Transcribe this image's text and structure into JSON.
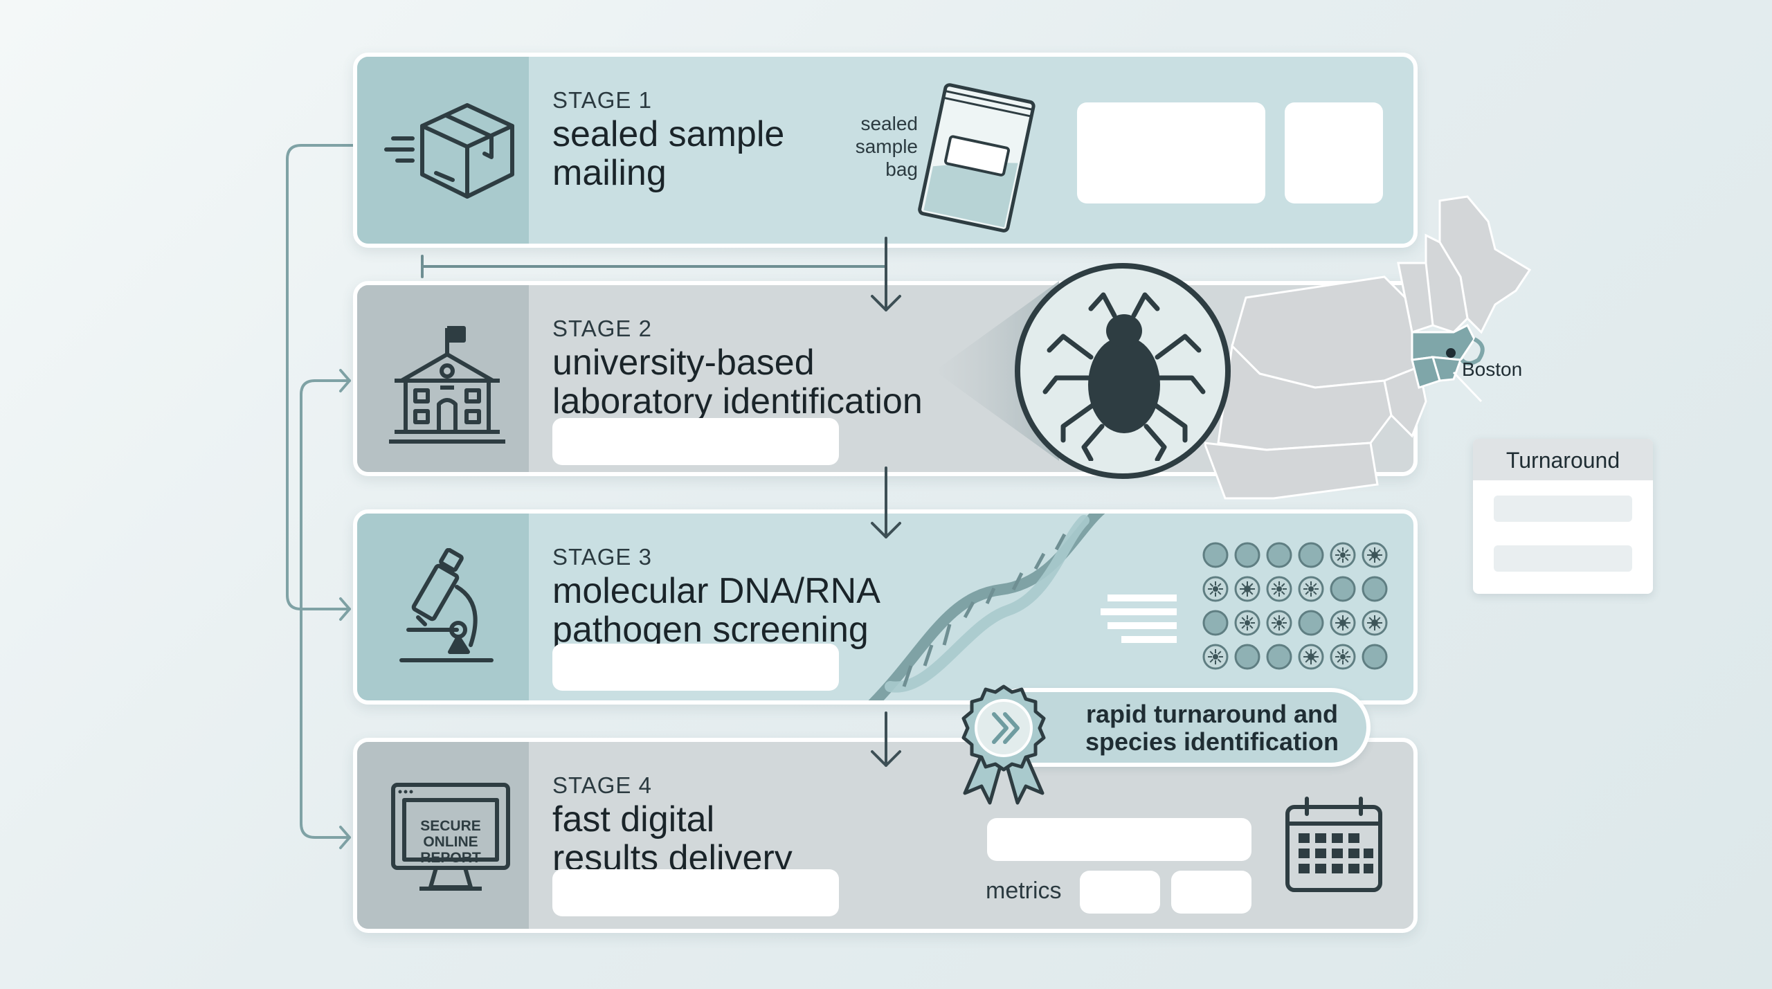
{
  "stages": [
    {
      "label": "STAGE 1",
      "title_line1": "sealed sample",
      "title_line2": "mailing"
    },
    {
      "label": "STAGE 2",
      "title_line1": "university-based",
      "title_line2": "laboratory identification"
    },
    {
      "label": "STAGE 3",
      "title_line1": "molecular DNA/RNA",
      "title_line2": "pathogen screening"
    },
    {
      "label": "STAGE 4",
      "title_line1": "fast digital",
      "title_line2": "results delivery"
    }
  ],
  "bag_label": {
    "line1": "sealed",
    "line2": "sample",
    "line3": "bag"
  },
  "map": {
    "city": "Boston"
  },
  "turnaround_card": {
    "title": "Turnaround"
  },
  "badge": {
    "line1": "rapid turnaround and",
    "line2": "species identification"
  },
  "report_screen": {
    "line1": "SECURE",
    "line2": "ONLINE",
    "line3": "REPORT"
  },
  "metrics_label": "metrics",
  "colors": {
    "teal_panel": "#c9dfe2",
    "gray_panel": "#d2d8da",
    "accent": "#5f8c90",
    "dark": "#2e3d42"
  }
}
